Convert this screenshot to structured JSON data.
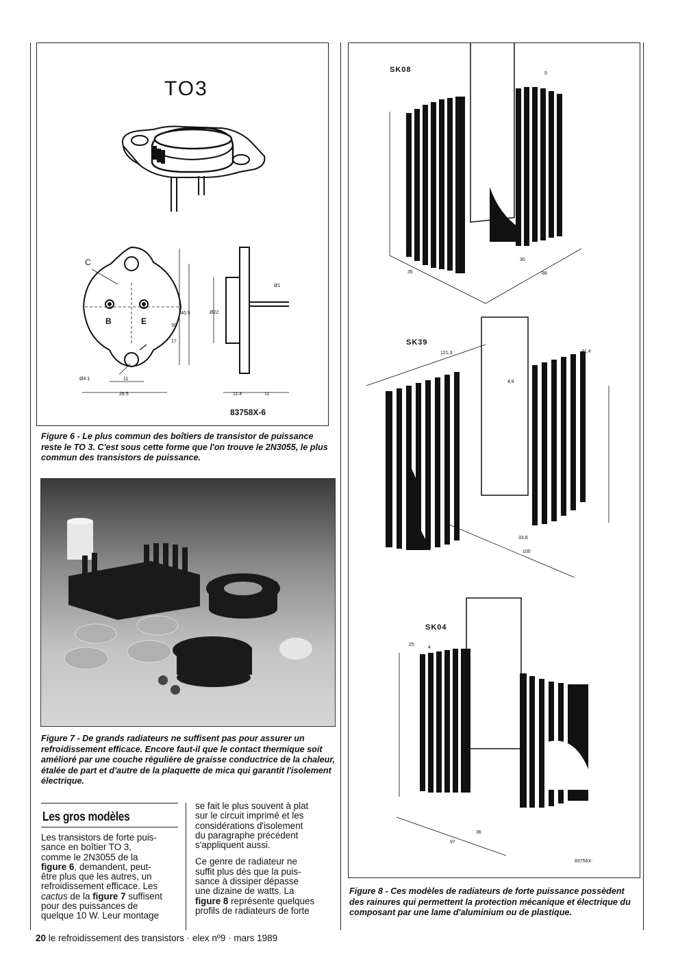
{
  "figure6": {
    "title": "TO3",
    "pin_c": "C",
    "pin_b": "B",
    "pin_e": "E",
    "dim_40_5": "40.5",
    "dim_30": "30",
    "dim_17": "17",
    "dim_11": "11",
    "dim_26_5": "26.5",
    "dim_4_1": "Ø4.1",
    "dim_22": "Ø22",
    "dim_1": "Ø1",
    "dim_11_4": "11.4",
    "dim_11b": "11",
    "ref": "83758X-6",
    "caption_lead": "Figure 6 - ",
    "caption": "Le plus commun des boîtiers de transistor de puissance reste le TO 3. C'est sous cette forme que l'on trouve le 2N3055, le plus commun des transistors de puissance."
  },
  "figure7": {
    "caption_lead": "Figure 7 - ",
    "caption": "De grands radiateurs ne suffisent pas pour assurer un refroidissement efficace. Encore faut-il que le contact thermique soit amélioré par une couche régulière de graisse conductrice de la chaleur, étalée de part et d'autre de la plaquette de mica qui garantit l'isolement électrique."
  },
  "figure8": {
    "sk08": "SK08",
    "sk08_dim_5": "5",
    "sk08_dim_30": "30",
    "sk08_dim_35": "35",
    "sk08_dim_88": "88",
    "sk39": "SK39",
    "sk39_dim_121": "121,3",
    "sk39_dim_31": "31,4",
    "sk39_dim_4": "4,8",
    "sk39_dim_33": "33,8",
    "sk39_dim_100": "100",
    "sk04": "SK04",
    "sk04_dim_25": "25",
    "sk04_dim_4": "4",
    "sk04_dim_36": "36",
    "sk04_dim_97": "97",
    "ref": "83758X-",
    "caption_lead": "Figure 8 - ",
    "caption": "Ces modèles de radiateurs de forte puissance possèdent des rainures qui permettent la protection mécanique et électrique du composant par une lame d'aluminium ou de plastique."
  },
  "article": {
    "heading": "Les gros modèles",
    "col1_lines": [
      "Les transistors de forte puis-",
      "sance en boîtier TO 3,",
      "comme le 2N3055 de la",
      "@figure 6@, demandent, peut-",
      "être plus que les autres, un",
      "refroidissement efficace. Les",
      "_cactus_ de la @figure 7@ suffisent",
      "pour des puissances de",
      "quelque 10 W. Leur montage"
    ],
    "col2_para1": [
      "se fait le plus souvent à plat",
      "sur le circuit imprimé et les",
      "considérations d'isolement",
      "du paragraphe précédent",
      "s'appliquent aussi."
    ],
    "col2_para2": [
      "Ce genre de radiateur ne",
      "suffit plus dès que la puis-",
      "sance à dissiper dépasse",
      "une dizaine de watts. La",
      "@figure 8@ représente quelques",
      "profils de radiateurs de forte"
    ]
  },
  "footer": {
    "page_number": "20",
    "text": "le refroidissement des transistors · elex nº9 · mars 1989"
  }
}
